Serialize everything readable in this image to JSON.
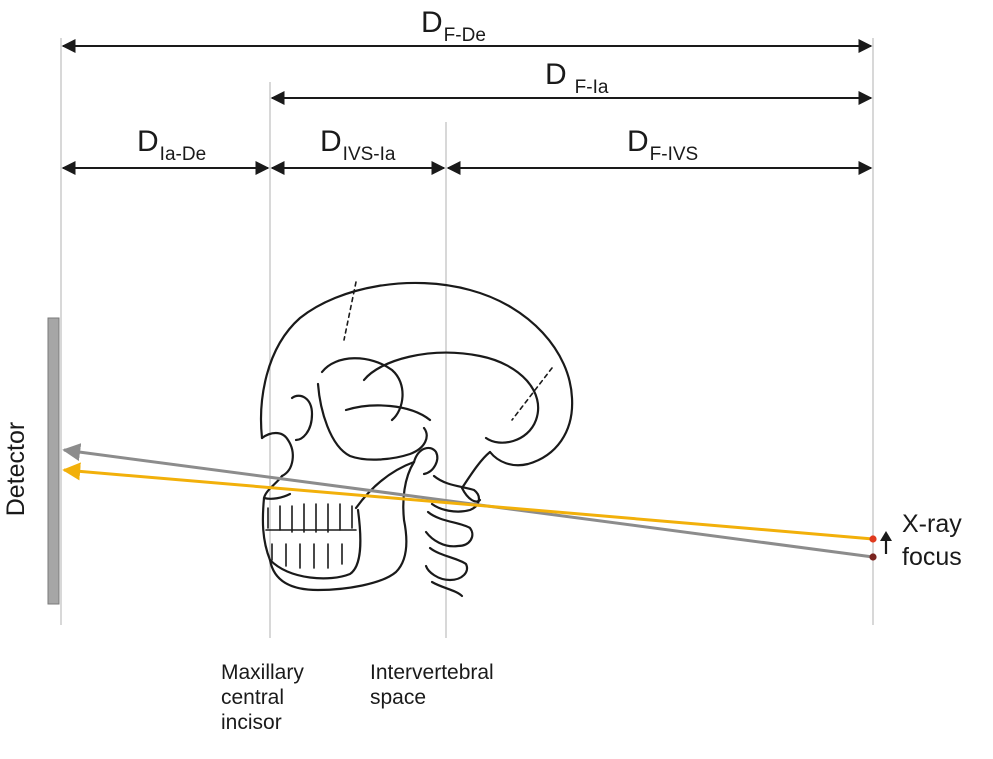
{
  "dimensions": {
    "f_de": {
      "main": "D",
      "sub": "F-De"
    },
    "f_ia": {
      "main": "D",
      "sub": "F-Ia"
    },
    "ia_de": {
      "main": "D",
      "sub": "Ia-De"
    },
    "ivs_ia": {
      "main": "D",
      "sub": "IVS-Ia"
    },
    "f_ivs": {
      "main": "D",
      "sub": "F-IVS"
    }
  },
  "labels": {
    "detector": "Detector",
    "xray_focus": "X-ray\nfocus",
    "incisor": "Maxillary\ncentral\nincisor",
    "ivs": "Intervertebral\nspace"
  },
  "colors": {
    "gray_ray": "#8c8c8c",
    "yellow_ray": "#f2b00a",
    "detector": "#a6a6a6",
    "red_dot": "#e03a1e",
    "dark_red_dot": "#7a2420"
  },
  "icons": {
    "shift_arrow": "arrow-up-icon",
    "skull": "skull-icon"
  }
}
